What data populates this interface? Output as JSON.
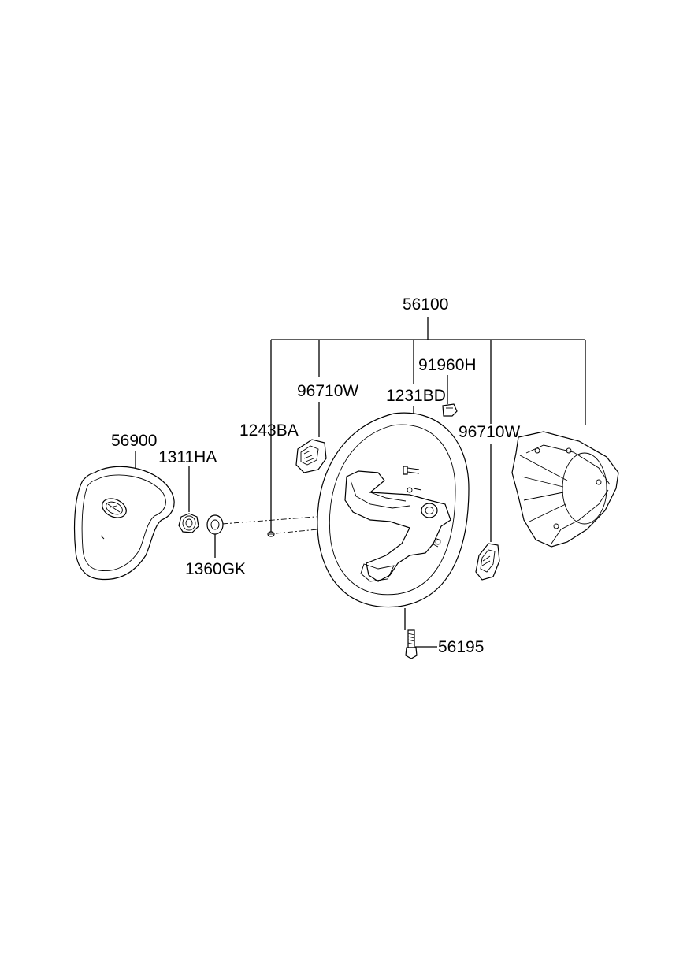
{
  "labels": {
    "assembly": "56100",
    "switch_left": "96710W",
    "screw_bolt": "1231BD",
    "connector": "91960H",
    "switch_right": "96710W",
    "screw_small": "1243BA",
    "airbag_module": "56900",
    "nut": "1311HA",
    "washer": "1360GK",
    "bolt_bottom": "56195"
  }
}
